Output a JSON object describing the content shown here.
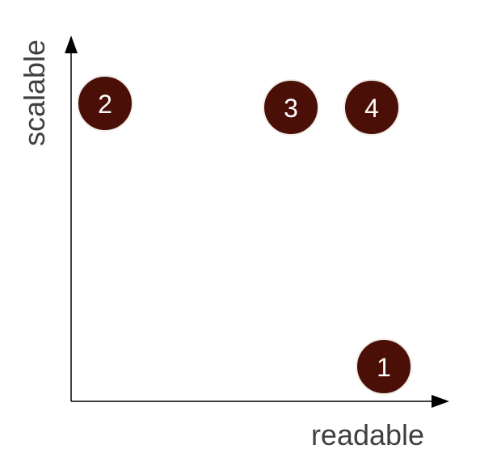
{
  "diagram": {
    "axes": {
      "x_label": "readable",
      "y_label": "scalable"
    },
    "nodes": [
      {
        "label": "1"
      },
      {
        "label": "2"
      },
      {
        "label": "3"
      },
      {
        "label": "4"
      }
    ],
    "colors": {
      "node_fill": "#4a0f07",
      "node_stroke": "#f2ede9",
      "axis": "#000000",
      "label_text": "#404040"
    }
  }
}
